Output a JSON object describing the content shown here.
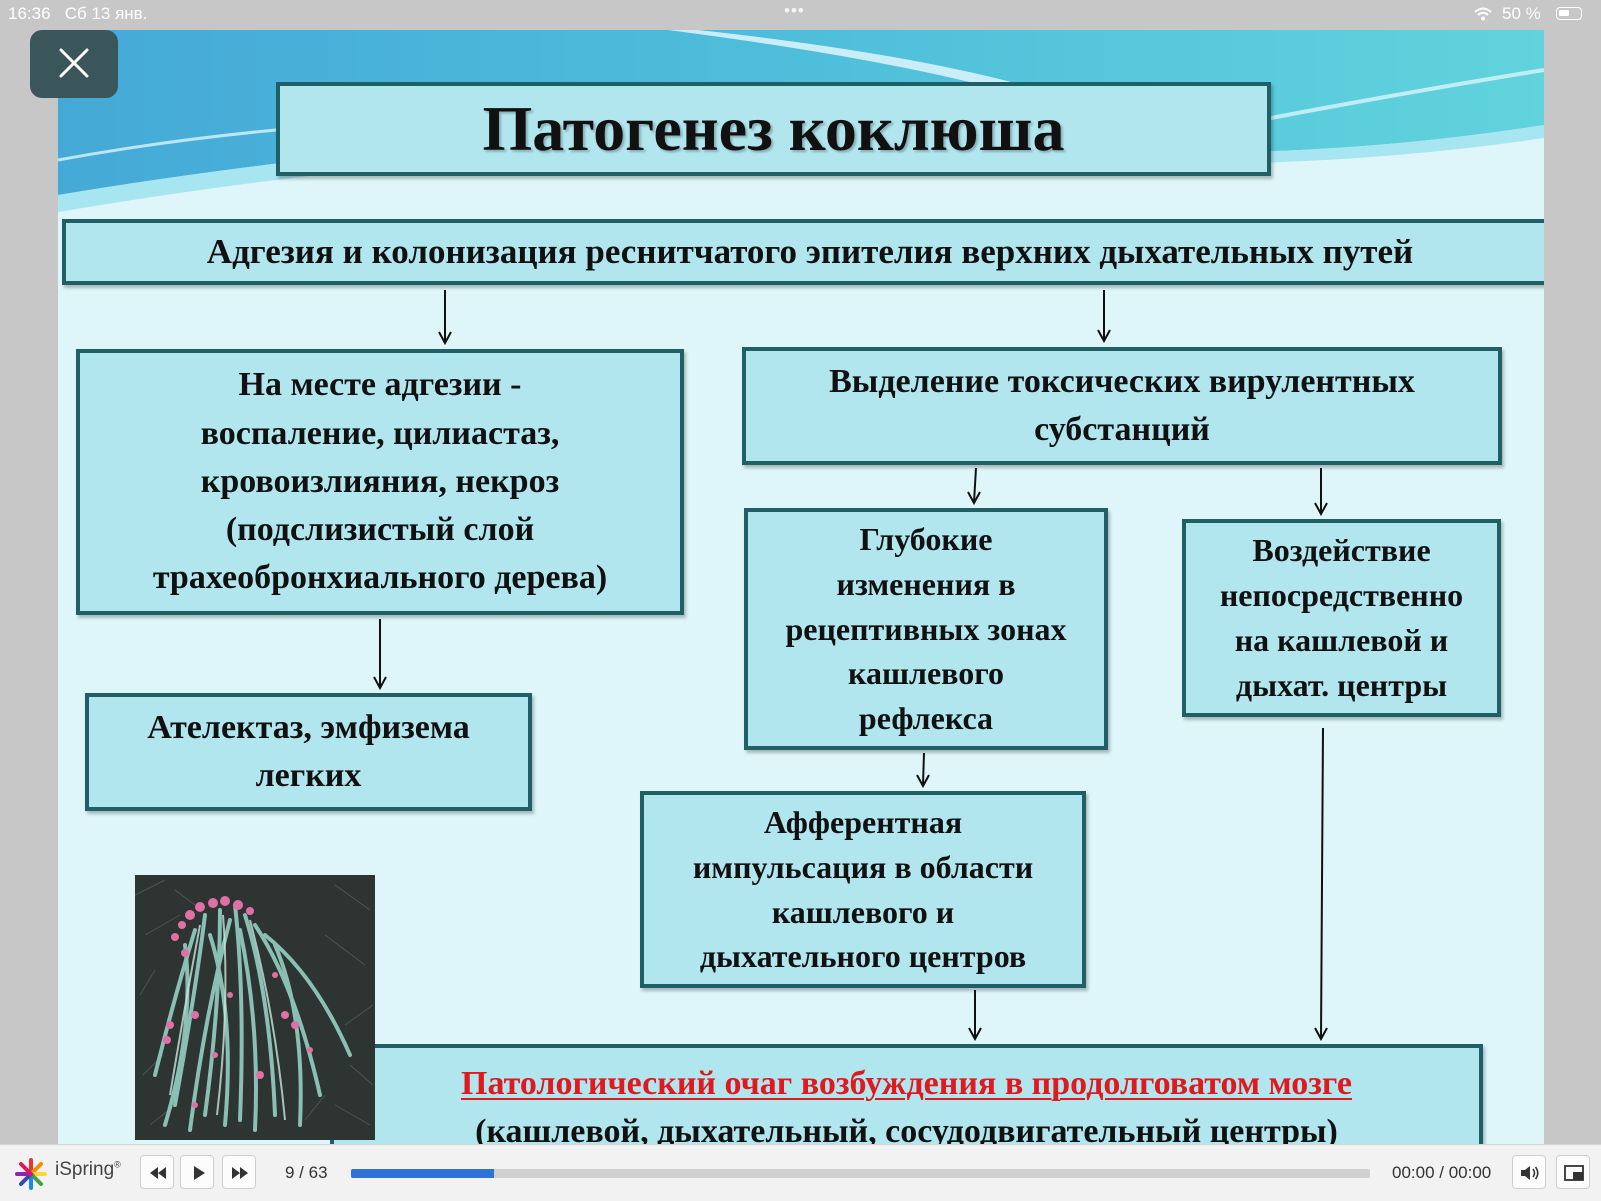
{
  "status_bar": {
    "time": "16:36",
    "date": "Сб 13 янв.",
    "battery": "50 %"
  },
  "slide": {
    "title": "Патогенез коклюша",
    "adhesion": "Адгезия и колонизация реснитчатого эпителия верхних дыхательных путей",
    "inflammation": "На месте адгезии -\nвоспаление, цилиастаз,\nкровоизлияния, некроз\n(подслизистый слой\nтрахеобронхиального дерева)",
    "toxins": "Выделение токсических вирулентных\nсубстанций",
    "atelectasis": "Ателектаз, эмфизема\nлегких",
    "receptive_changes": "Глубокие\nизменения в\nрецептивных зонах\nкашлевого\nрефлекса",
    "direct_action": "Воздействие\nнепосредственно\nна кашлевой и\nдыхат. центры",
    "afferent": "Афферентная\nимпульсация в области\nкашлевого и\nдыхательного центров",
    "focus_main": "Патологический очаг возбуждения в продолговатом мозге",
    "focus_sub": "(кашлевой, дыхательный, сосудодвигательный центры)"
  },
  "colors": {
    "box_fill": "#b1e6ee",
    "box_border": "#1f5f66",
    "slide_bg": "#def6f9",
    "highlight_red": "#e1191e",
    "progress_blue": "#2f72d8"
  },
  "icons": [
    "close-icon",
    "rewind-icon",
    "play-icon",
    "fast-forward-icon",
    "volume-icon",
    "fullscreen-icon",
    "wifi-icon",
    "battery-icon"
  ],
  "player": {
    "brand": "iSpring",
    "slide_number": "9 / 63",
    "progress": 0.14,
    "timecode": "00:00 / 00:00"
  }
}
